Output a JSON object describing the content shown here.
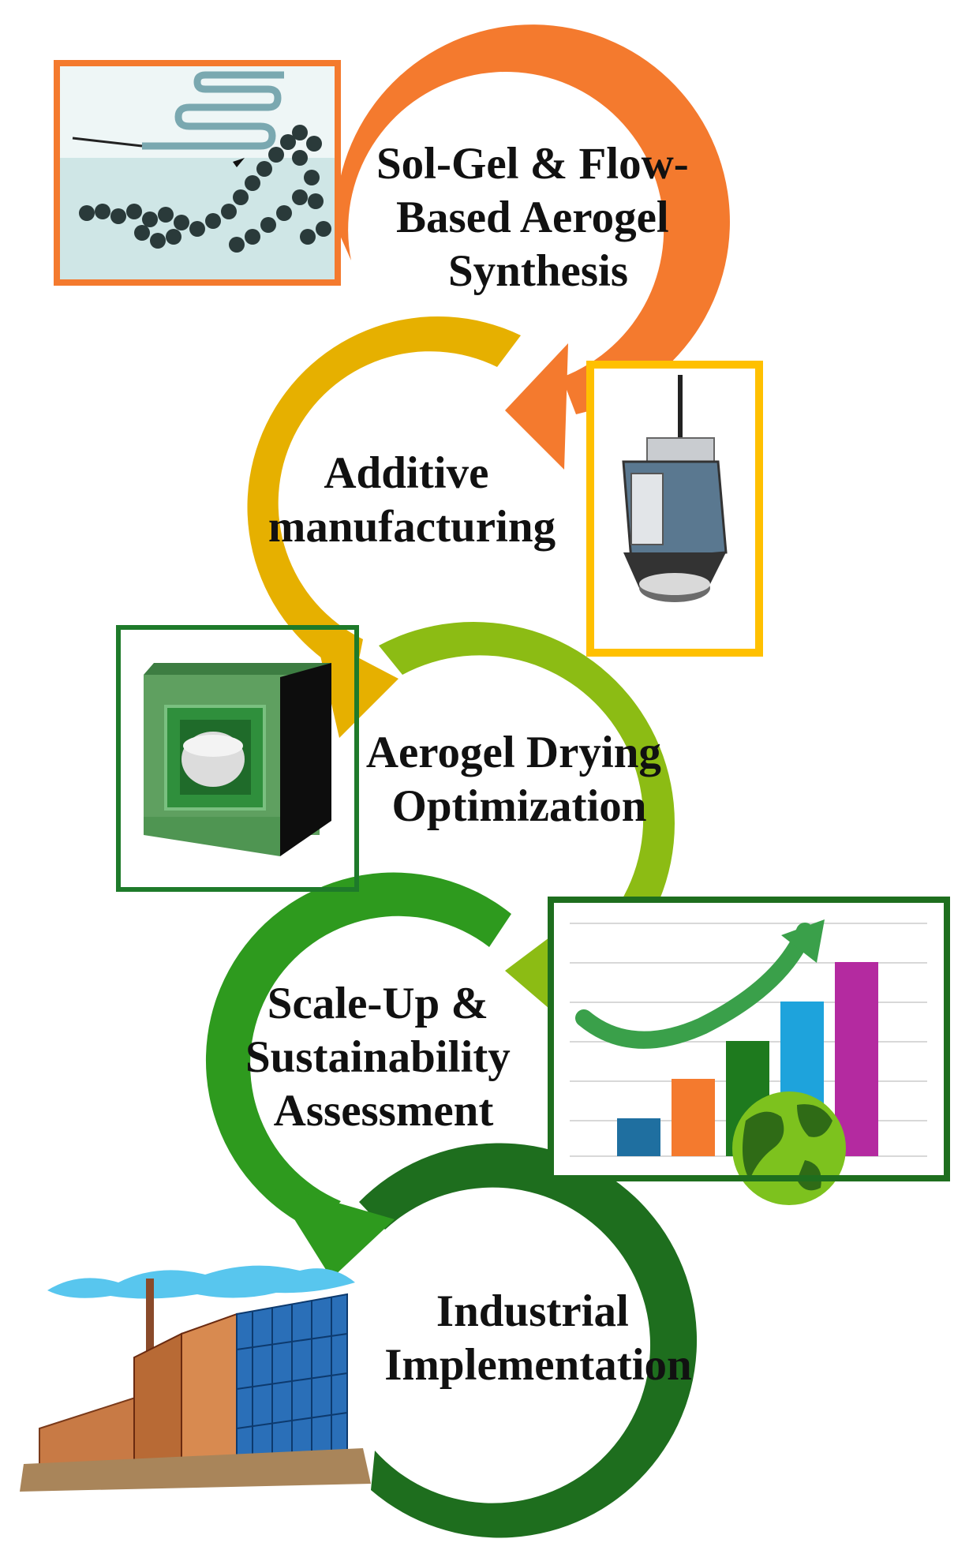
{
  "stages": [
    {
      "id": "synthesis",
      "lines": [
        "Sol-Gel & Flow-",
        "Based Aerogel",
        "Synthesis"
      ],
      "color": "#F47A2E",
      "illustration": "microfluidic-channel-nanoparticles"
    },
    {
      "id": "additive",
      "lines": [
        "Additive",
        "manufacturing"
      ],
      "color": "#E6B000",
      "illustration": "3d-printer-extruder-head"
    },
    {
      "id": "drying",
      "lines": [
        "Aerogel Drying",
        "Optimization"
      ],
      "color": "#8CBC14",
      "illustration": "drying-chamber-with-aerogel-sample"
    },
    {
      "id": "scaleup",
      "lines": [
        "Scale-Up &",
        "Sustainability",
        "Assessment"
      ],
      "color": "#2E9A1E",
      "illustration": "growth-bar-chart-with-globe"
    },
    {
      "id": "industrial",
      "lines": [
        "Industrial",
        "Implementation"
      ],
      "color": "#1E6E1E",
      "illustration": "factory-building"
    }
  ],
  "frame_colors": {
    "synthesis": "#F47A2E",
    "additive": "#FFC000",
    "drying": "#1E7A2A",
    "scaleup": "#1E6E1E"
  },
  "growth_chart_bar_colors": [
    "#1F6FA0",
    "#F47A2E",
    "#1E7A1E",
    "#1EA3DC",
    "#B42AA0"
  ]
}
